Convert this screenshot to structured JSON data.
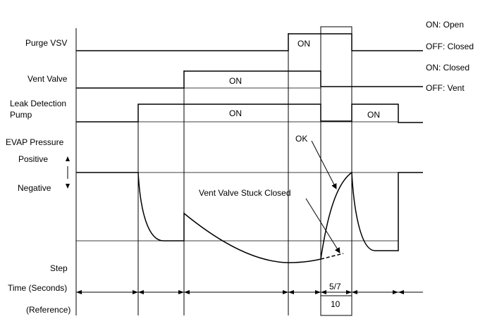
{
  "left_labels": {
    "purge_vsv": "Purge VSV",
    "vent_valve": "Vent Valve",
    "leak_pump_line1": "Leak Detection",
    "leak_pump_line2": "Pump",
    "evap_pressure": "EVAP Pressure",
    "positive": "Positive",
    "negative": "Negative",
    "step": "Step",
    "time": "Time (Seconds)",
    "reference": "(Reference)"
  },
  "right_labels": {
    "purge_on": "ON: Open",
    "purge_off": "OFF: Closed",
    "vent_on": "ON: Closed",
    "vent_off": "OFF: Vent"
  },
  "signal_labels": {
    "purge_on": "ON",
    "vent_on": "ON",
    "pump_on_1": "ON",
    "pump_on_2": "ON"
  },
  "annotations": {
    "ok": "OK",
    "stuck": "Vent Valve Stuck Closed"
  },
  "timing": {
    "time_value": "5/7",
    "reference_value": "10"
  }
}
